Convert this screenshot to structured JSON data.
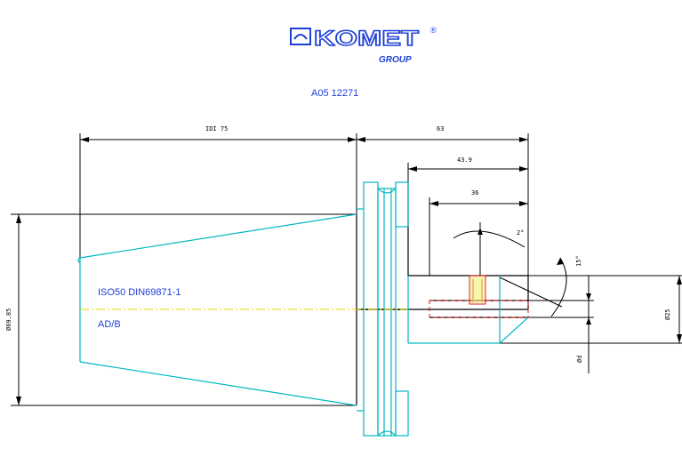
{
  "logo": {
    "brand": "KOMET",
    "registered": "®",
    "subbrand": "GROUP"
  },
  "part_number": "A05 12271",
  "dimensions": {
    "taper_length": "IDI 75",
    "total_length": "63",
    "length_43": "43.9",
    "length_36": "36",
    "angle_top": "2°",
    "angle_side": "15°",
    "diameter_taper": "Ø69.85",
    "diameter_25": "Ø25",
    "diameter_d": "Ød"
  },
  "labels": {
    "standard": "ISO50 DIN69871-1",
    "form": "AD/B"
  },
  "colors": {
    "outline": "#000000",
    "contour": "#00b7c3",
    "centerline": "#e0d800",
    "section": "#e01818",
    "text": "#1d3fd6"
  }
}
